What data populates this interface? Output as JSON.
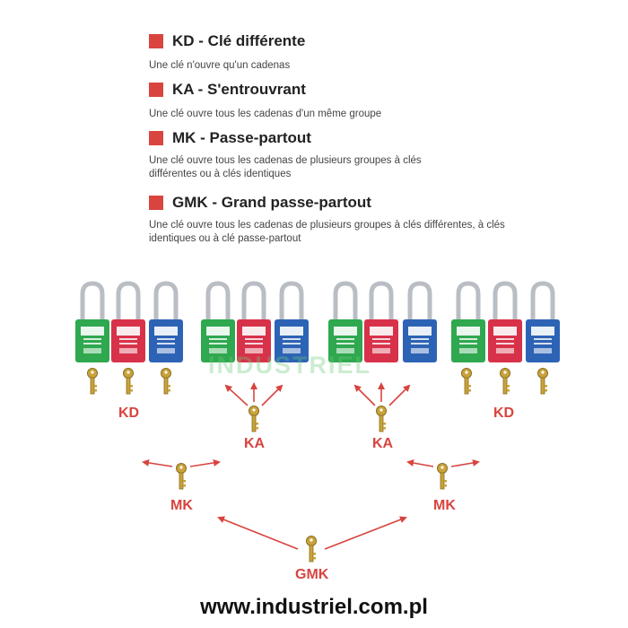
{
  "legend": [
    {
      "title": "KD - Clé différente",
      "desc": "Une clé n'ouvre qu'un cadenas"
    },
    {
      "title": "KA - S'entrouvrant",
      "desc": "Une clé ouvre tous les cadenas d'un même groupe"
    },
    {
      "title": "MK - Passe-partout",
      "desc": "Une clé ouvre tous les cadenas de plusieurs groupes à clés différentes ou à clés identiques"
    },
    {
      "title": "GMK - Grand passe-partout",
      "desc": "Une clé ouvre tous les cadenas de plusieurs groupes à clés différentes, à clés identiques ou à clé passe-partout"
    }
  ],
  "labels": {
    "kd_left": "KD",
    "ka_left": "KA",
    "ka_right": "KA",
    "kd_right": "KD",
    "mk_left": "MK",
    "mk_right": "MK",
    "gmk": "GMK"
  },
  "watermark": "INDUSTRIEL",
  "footer_url": "www.industriel.com.pl",
  "colors": {
    "accent_red": "#d8443f",
    "padlock_green": "#2fa84f",
    "padlock_red": "#d8324a",
    "padlock_blue": "#2d63b5",
    "key_gold": "#c9a33b"
  },
  "padlock_colors": [
    "green",
    "red",
    "blue",
    "green",
    "red",
    "blue",
    "green",
    "red",
    "blue",
    "green",
    "red",
    "blue"
  ]
}
